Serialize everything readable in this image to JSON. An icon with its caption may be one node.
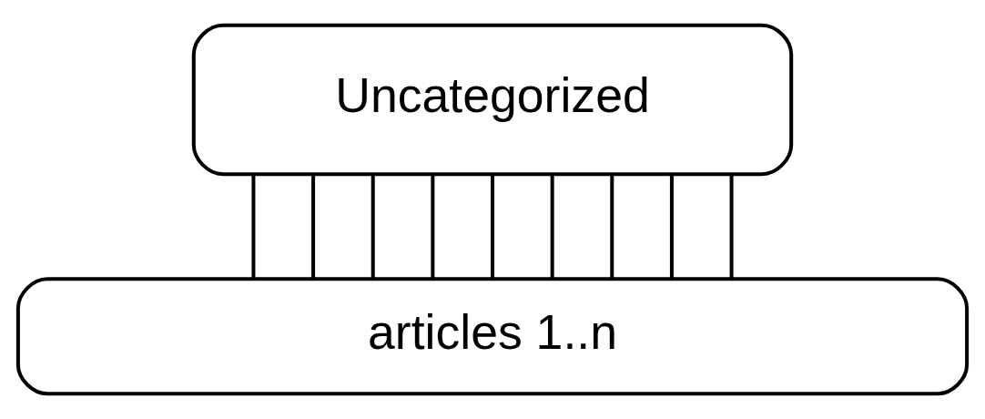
{
  "diagram": {
    "nodes": [
      {
        "text": [
          "Uncategorized"
        ]
      },
      {
        "text": [
          "articles 1..n"
        ]
      }
    ],
    "edges": [
      {
        "from": 0,
        "to": 1,
        "arrow": "none"
      },
      {
        "from": 0,
        "to": 1,
        "arrow": "none"
      },
      {
        "from": 0,
        "to": 1,
        "arrow": "none"
      },
      {
        "from": 0,
        "to": 1,
        "arrow": "none"
      },
      {
        "from": 0,
        "to": 1,
        "arrow": "none"
      },
      {
        "from": 0,
        "to": 1,
        "arrow": "none"
      },
      {
        "from": 0,
        "to": 1,
        "arrow": "none"
      },
      {
        "from": 0,
        "to": 1,
        "arrow": "none"
      },
      {
        "from": 0,
        "to": 1,
        "arrow": "none"
      }
    ]
  }
}
